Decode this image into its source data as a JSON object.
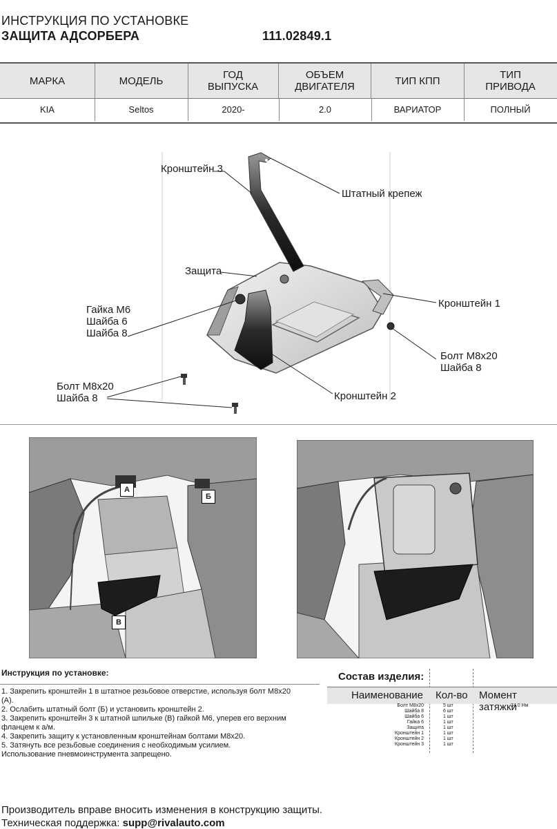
{
  "header": {
    "title": "ИНСТРУКЦИЯ ПО УСТАНОВКЕ",
    "product": "ЗАЩИТА АДСОРБЕРА",
    "article": "111.02849.1"
  },
  "spec_table": {
    "headers": [
      "МАРКА",
      "МОДЕЛЬ",
      "ГОД ВЫПУСКА",
      "ОБЪЕМ ДВИГАТЕЛЯ",
      "ТИП КПП",
      "ТИП ПРИВОДА"
    ],
    "values": [
      "KIA",
      "Seltos",
      "2020-",
      "2.0",
      "ВАРИАТОР",
      "ПОЛНЫЙ"
    ]
  },
  "diagram": {
    "labels": {
      "bracket3": "Кронштейн 3",
      "std_mount": "Штатный крепеж",
      "guard": "Защита",
      "nut_line1": "Гайка М6",
      "nut_line2": "Шайба 6",
      "nut_line3": "Шайба 8",
      "bracket1": "Кронштейн 1",
      "bolt_r1": "Болт М8х20",
      "bolt_r2": "Шайба 8",
      "bolt_l1": "Болт М8х20",
      "bolt_l2": "Шайба 8",
      "bracket2": "Кронштейн 2"
    }
  },
  "photos": {
    "marker_a": "А",
    "marker_b": "Б",
    "marker_v": "В"
  },
  "instructions": {
    "title": "Инструкция по установке:",
    "steps": [
      "1. Закрепить кронштейн 1 в штатное резьбовое отверстие, используя болт М8х20 (А).",
      "2. Ослабить штатный болт (Б) и установить кронштейн 2.",
      "3. Закрепить кронштейн 3 к штатной шпильке (В) гайкой М6, уперев его верхним фланцем к а/м.",
      "4. Закрепить защиту к установленным кронштейнам болтами М8х20.",
      "5. Затянуть все резьбовые соединения с необходимым усилием.",
      "Использование пневмоинструмента запрещено."
    ]
  },
  "composition": {
    "title": "Состав изделия:",
    "headers": [
      "Наименование",
      "Кол-во",
      "Момент затяжки"
    ],
    "names": [
      "Болт М8х20",
      "Шайба 8",
      "Шайба 6",
      "Гайка 6",
      "Защита",
      "Кронштейн 1",
      "Кронштейн 2",
      "Кронштейн 3"
    ],
    "qty": [
      "5 шт",
      "6 шт",
      "1 шт",
      "1 шт",
      "1 шт",
      "1 шт",
      "1 шт",
      "1 шт"
    ],
    "torque": [
      "24.0 Нм",
      "",
      "",
      "",
      "",
      "",
      "",
      ""
    ]
  },
  "footer": {
    "notice": "Производитель вправе вносить изменения в конструкцию защиты.",
    "support_label": "Техническая поддержка: ",
    "support_email": "supp@rivalauto.com"
  }
}
